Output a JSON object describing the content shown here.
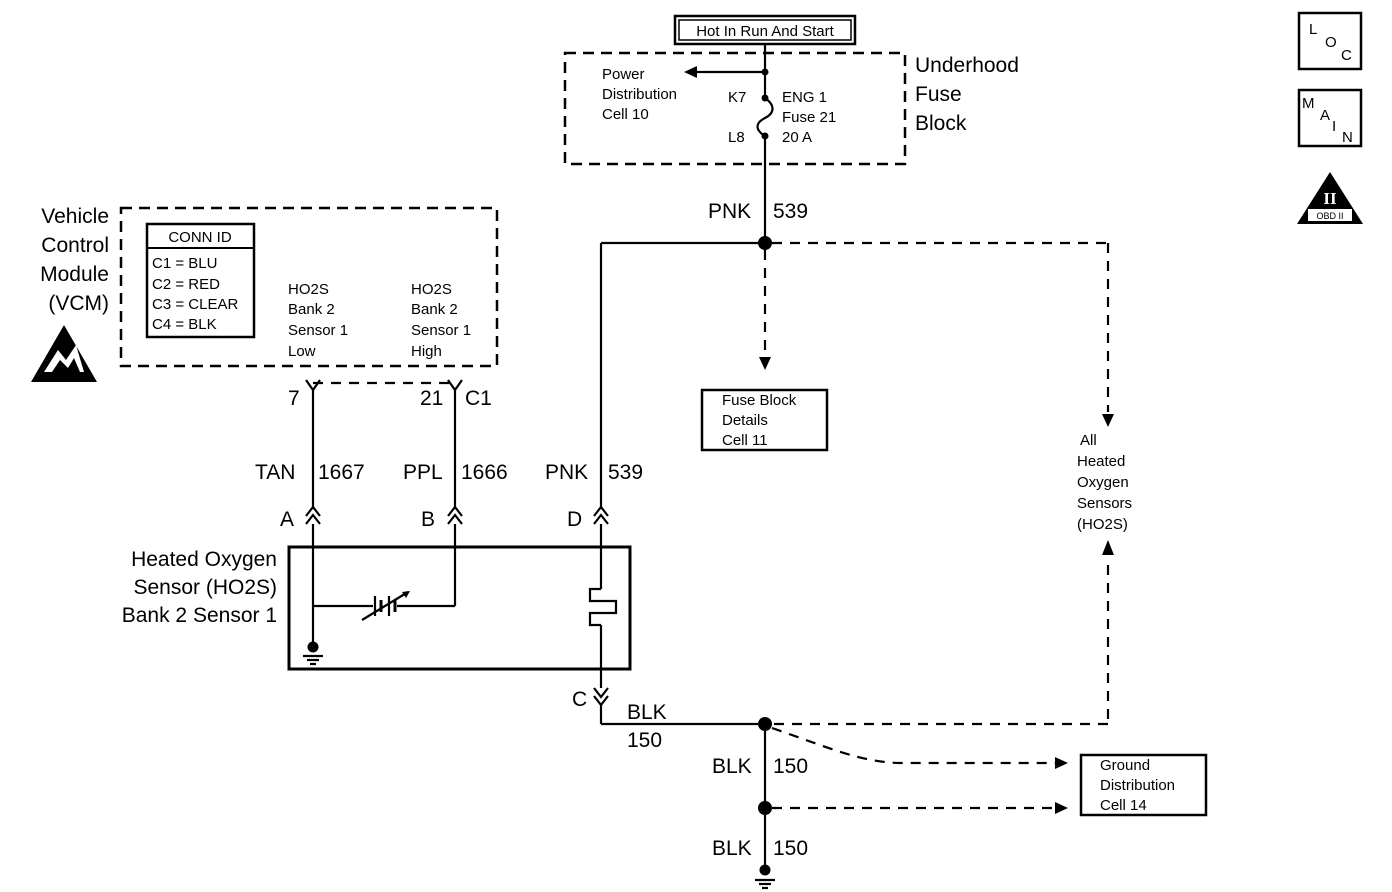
{
  "power_source": {
    "label": "Hot In Run And Start"
  },
  "fuse_block": {
    "title_lines": [
      "Underhood",
      "Fuse",
      "Block"
    ],
    "power_dist_lines": [
      "Power",
      "Distribution",
      "Cell 10"
    ],
    "pin_top": "K7",
    "pin_bottom": "L8",
    "fuse_lines": [
      "ENG 1",
      "Fuse 21",
      "20 A"
    ]
  },
  "vcm": {
    "title_lines": [
      "Vehicle",
      "Control",
      "Module",
      "(VCM)"
    ],
    "conn_id": {
      "header": "CONN ID",
      "rows": [
        "C1 = BLU",
        "C2 = RED",
        "C3 = CLEAR",
        "C4 = BLK"
      ]
    },
    "signal_low_lines": [
      "HO2S",
      "Bank 2",
      "Sensor 1",
      "Low"
    ],
    "signal_high_lines": [
      "HO2S",
      "Bank 2",
      "Sensor 1",
      "High"
    ],
    "pin_low": "7",
    "pin_high": "21",
    "connector": "C1"
  },
  "wires": {
    "pnk_top": {
      "color": "PNK",
      "circuit": "539"
    },
    "tan": {
      "color": "TAN",
      "circuit": "1667"
    },
    "ppl": {
      "color": "PPL",
      "circuit": "1666"
    },
    "pnk_mid": {
      "color": "PNK",
      "circuit": "539"
    },
    "blk_a": {
      "color": "BLK",
      "circuit": "150"
    },
    "blk_b": {
      "color": "BLK",
      "circuit": "150"
    },
    "blk_c": {
      "color": "BLK",
      "circuit": "150"
    }
  },
  "sensor": {
    "title_lines": [
      "Heated Oxygen",
      "Sensor (HO2S)",
      "Bank 2 Sensor 1"
    ],
    "pin_a": "A",
    "pin_b": "B",
    "pin_c": "C",
    "pin_d": "D"
  },
  "refs": {
    "fuse_block_details": [
      "Fuse Block",
      "Details",
      "Cell 11"
    ],
    "all_ho2s": [
      "All",
      "Heated",
      "Oxygen",
      "Sensors",
      "(HO2S)"
    ],
    "ground_dist": [
      "Ground",
      "Distribution",
      "Cell 14"
    ]
  },
  "icons": {
    "loc": {
      "l1": "L",
      "l2": "O",
      "l3": "C"
    },
    "main": {
      "l1": "M",
      "l2": "A",
      "l3": "I",
      "l4": "N"
    },
    "obd": {
      "numeral": "II",
      "caption": "OBD II"
    }
  }
}
